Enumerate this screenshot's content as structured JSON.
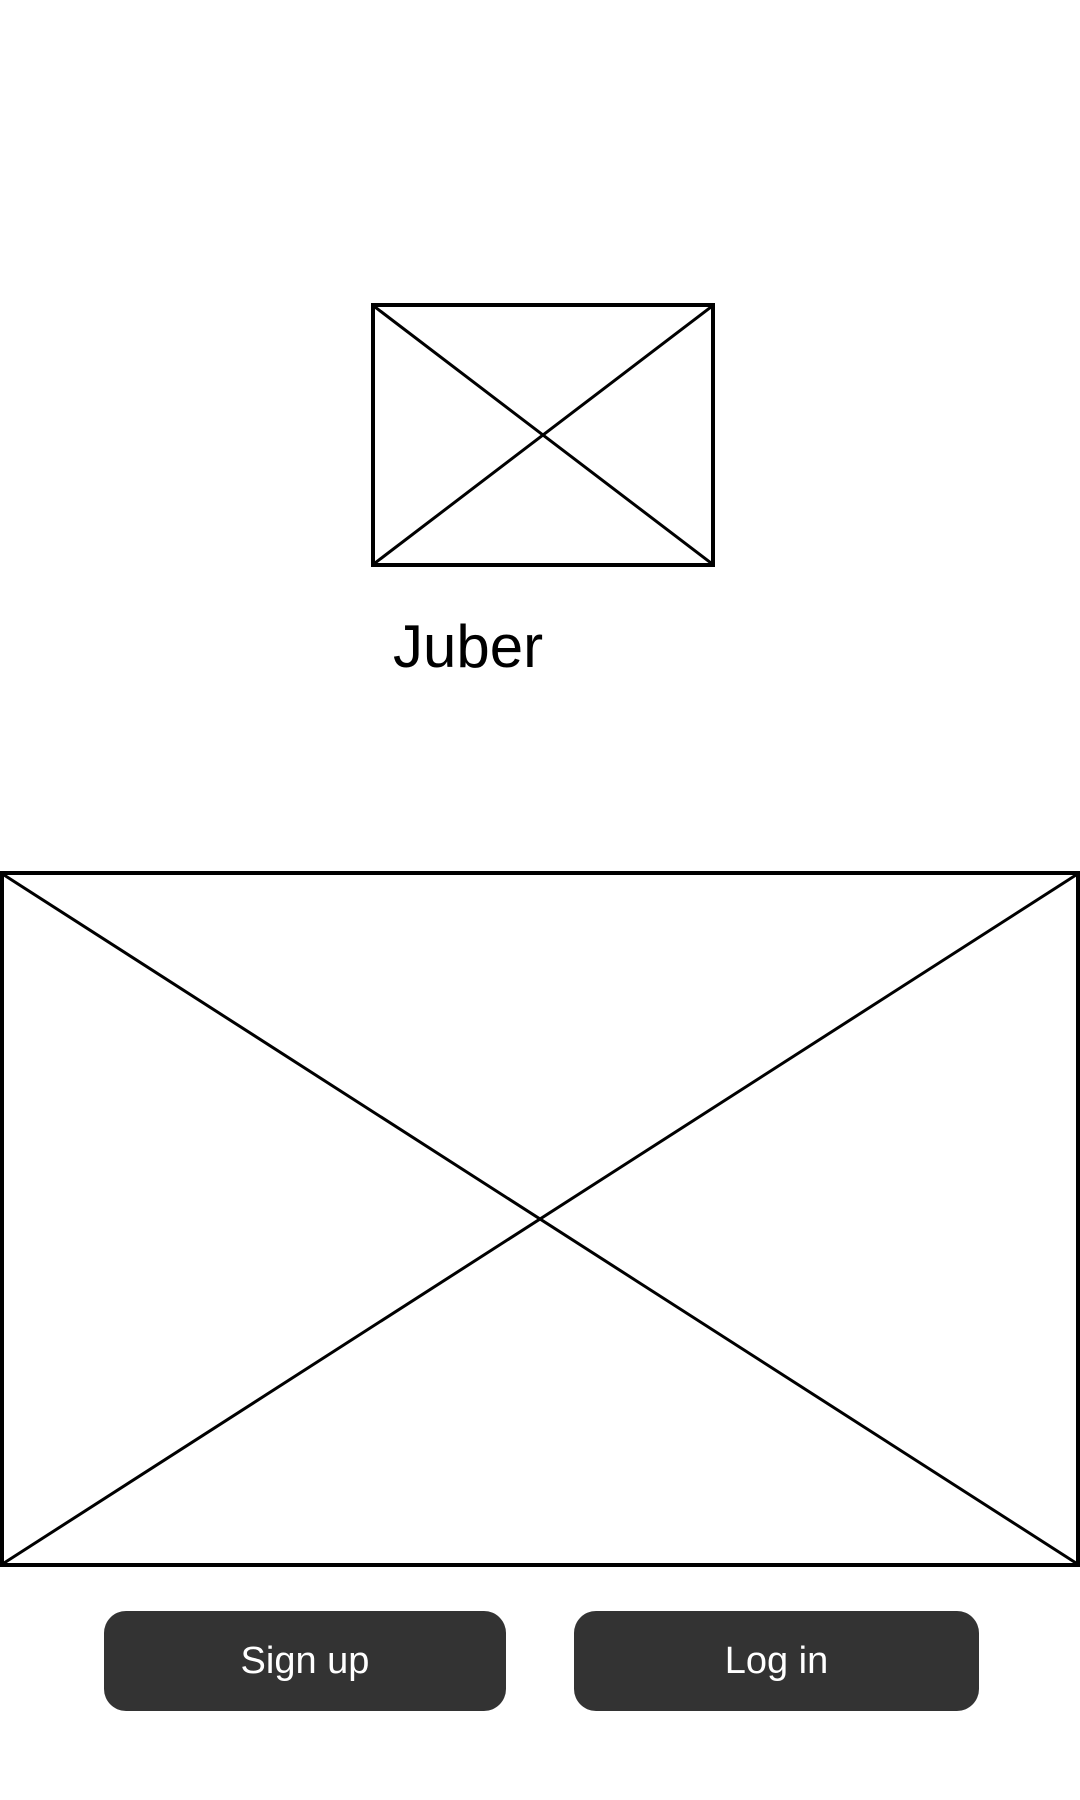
{
  "app": {
    "name": "Juber"
  },
  "placeholders": {
    "logo_icon": "image-placeholder-icon",
    "hero_icon": "image-placeholder-icon"
  },
  "actions": {
    "signup_label": "Sign up",
    "login_label": "Log in"
  },
  "colors": {
    "button_bg": "#333333",
    "button_text": "#ffffff",
    "line": "#000000",
    "background": "#ffffff"
  }
}
